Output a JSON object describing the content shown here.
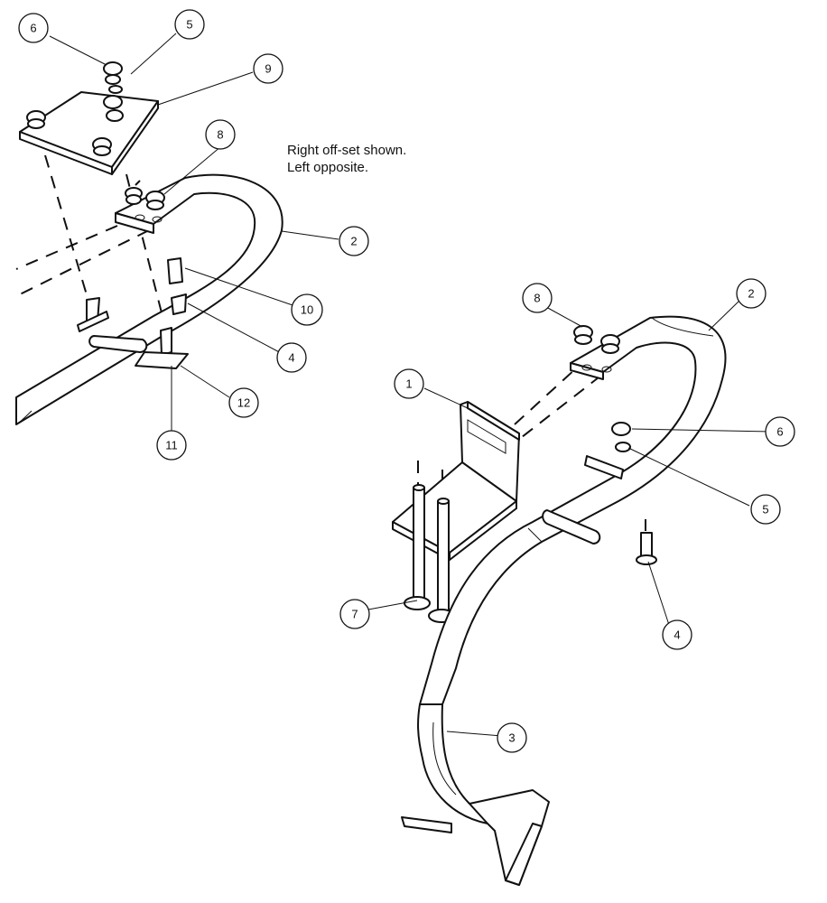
{
  "note": {
    "line1": "Right off-set shown.",
    "line2": "Left opposite."
  },
  "callouts": {
    "left": [
      "6",
      "5",
      "9",
      "8",
      "2",
      "10",
      "4",
      "12",
      "11"
    ],
    "right": [
      "8",
      "2",
      "1",
      "6",
      "5",
      "7",
      "4",
      "3"
    ]
  }
}
